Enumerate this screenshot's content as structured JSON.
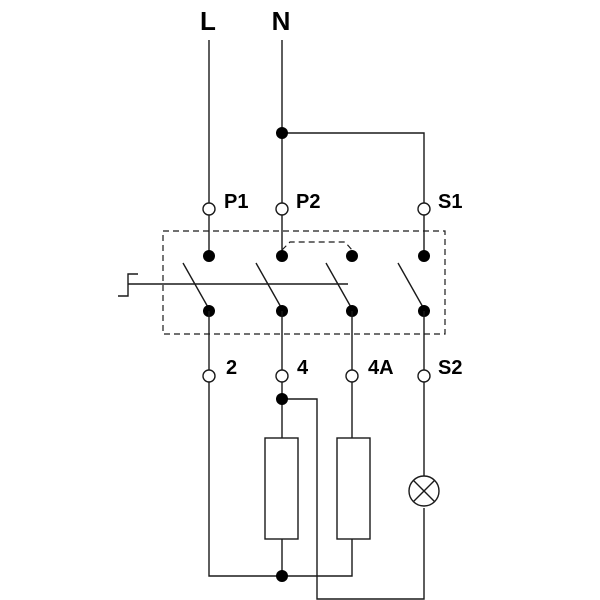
{
  "labels": {
    "L": "L",
    "N": "N",
    "P1": "P1",
    "P2": "P2",
    "S1": "S1",
    "t2": "2",
    "t4": "4",
    "t4A": "4A",
    "S2": "S2"
  },
  "colors": {
    "line": "#1a1a1a",
    "background": "#ffffff"
  }
}
